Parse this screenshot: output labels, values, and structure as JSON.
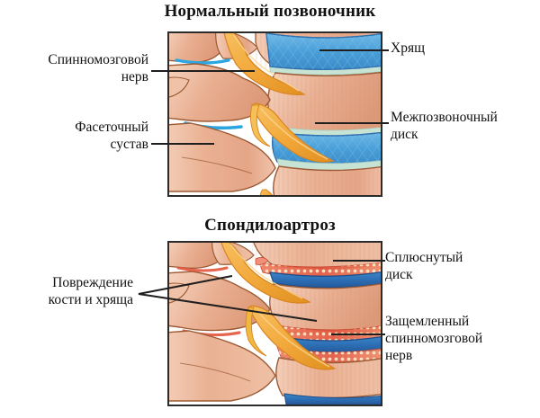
{
  "figure": {
    "kind": "medical-illustration",
    "subject": "lumbar-spine-comparison"
  },
  "panels": [
    {
      "id": "normal",
      "title": "Нормальный позвоночник",
      "labels": {
        "nerve": "Спинномозговой\nнерв",
        "facet": "Фасеточный\nсустав",
        "cartilage": "Хрящ",
        "disc": "Межпозвоночный\nдиск"
      }
    },
    {
      "id": "spondylo",
      "title": "Спондилоартроз",
      "labels": {
        "bone_damage": "Повреждение\nкости и хряща",
        "flat_disc": "Сплюснутый\nдиск",
        "pinched_nerve": "Защемленный\nспинномозговой\nнерв"
      }
    }
  ],
  "colors": {
    "bone": "#e9ad90",
    "bone_light": "#f2c7b0",
    "bone_shadow": "#d08e6f",
    "bone_outline": "#9c5a34",
    "disc_blue": "#4fa3dc",
    "disc_blue_dark": "#2f6fae",
    "disc_flat": "#2d6fb5",
    "cartilage_teal": "#bfe0d2",
    "facet_blue": "#2ba6e0",
    "nerve_orange": "#f2a93b",
    "nerve_orange_dark": "#d98420",
    "inflammation_red": "#e2543c",
    "osteophyte": "#f6d9b8",
    "line": "#1f1f1f",
    "text": "#111111",
    "background": "#ffffff"
  },
  "leader_lines": {
    "nerve": "horizontal line from label to spinal nerve root",
    "facet": "horizontal line from label to facet joint",
    "cartilage": "stub from panel edge to cartilage endplate",
    "disc": "stub from panel edge to intervertebral disc",
    "bone_damage": "v-shaped double pointer to two damaged sites",
    "flat_disc": "stub from panel edge to flattened disc",
    "pinched_nerve": "stub from panel edge to compressed nerve"
  }
}
